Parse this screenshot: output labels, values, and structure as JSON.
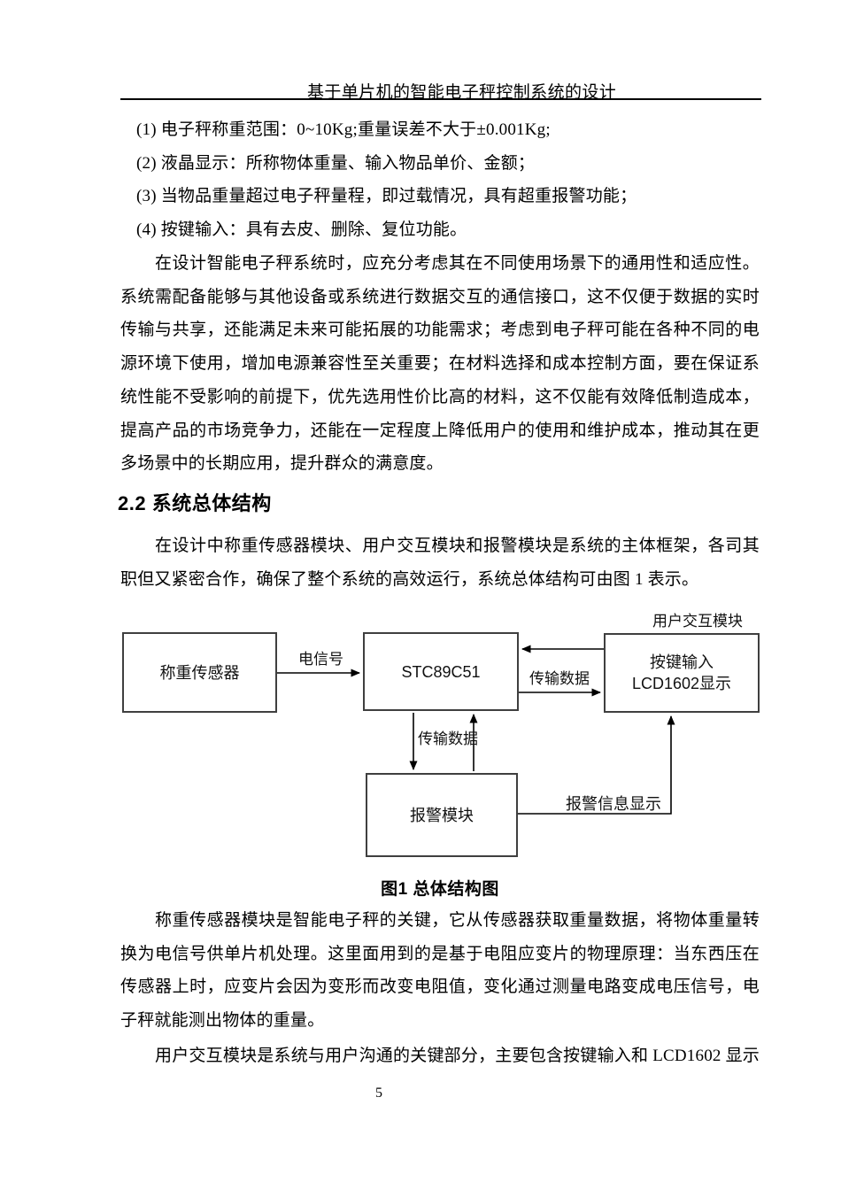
{
  "header": {
    "title": "基于单片机的智能电子秤控制系统的设计"
  },
  "content": {
    "list_items": [
      "(1) 电子秤称重范围：0~10Kg;重量误差不大于±0.001Kg;",
      "(2) 液晶显示：所称物体重量、输入物品单价、金额；",
      "(3) 当物品重量超过电子秤量程，即过载情况，具有超重报警功能；",
      "(4) 按键输入：具有去皮、删除、复位功能。"
    ],
    "paragraph_1": {
      "lines": [
        "在设计智能电子秤系统时，应充分考虑其在不同使用场景下的通用性和适应性。",
        "系统需配备能够与其他设备或系统进行数据交互的通信接口，这不仅便于数据的实时",
        "传输与共享，还能满足未来可能拓展的功能需求；考虑到电子秤可能在各种不同的电",
        "源环境下使用，增加电源兼容性至关重要；在材料选择和成本控制方面，要在保证系",
        "统性能不受影响的前提下，优先选用性价比高的材料，这不仅能有效降低制造成本，",
        "提高产品的市场竞争力，还能在一定程度上降低用户的使用和维护成本，推动其在更",
        "多场景中的长期应用，提升群众的满意度。"
      ]
    },
    "section_heading": "2.2 系统总体结构",
    "paragraph_2": {
      "lines": [
        "在设计中称重传感器模块、用户交互模块和报警模块是系统的主体框架，各司其",
        "职但又紧密合作，确保了整个系统的高效运行，系统总体结构可由图 1 表示。"
      ]
    },
    "figure": {
      "group_label": "用户交互模块",
      "boxes": {
        "sensor": "称重传感器",
        "mcu": "STC89C51",
        "interaction_line1": "按键输入",
        "interaction_line2": "LCD1602显示",
        "alarm": "报警模块"
      },
      "edge_labels": {
        "electrical_signal": "电信号",
        "transfer_data_horizontal": "传输数据",
        "transfer_data_vertical": "传输数据",
        "alarm_info_display": "报警信息显示"
      },
      "caption": "图1 总体结构图"
    },
    "paragraph_3": {
      "lines": [
        "称重传感器模块是智能电子秤的关键，它从传感器获取重量数据，将物体重量转",
        "换为电信号供单片机处理。这里面用到的是基于电阻应变片的物理原理：当东西压在",
        "传感器上时，应变片会因为变形而改变电阻值，变化通过测量电路变成电压信号，电",
        "子秤就能测出物体的重量。"
      ]
    },
    "paragraph_4": {
      "lines": [
        "用户交互模块是系统与用户沟通的关键部分，主要包含按键输入和 LCD1602 显示"
      ]
    }
  },
  "footer": {
    "page_number": "5"
  },
  "colors": {
    "text": "#000000",
    "box_border": "#3f3f3f",
    "arrow": "#000000",
    "background": "#ffffff"
  }
}
